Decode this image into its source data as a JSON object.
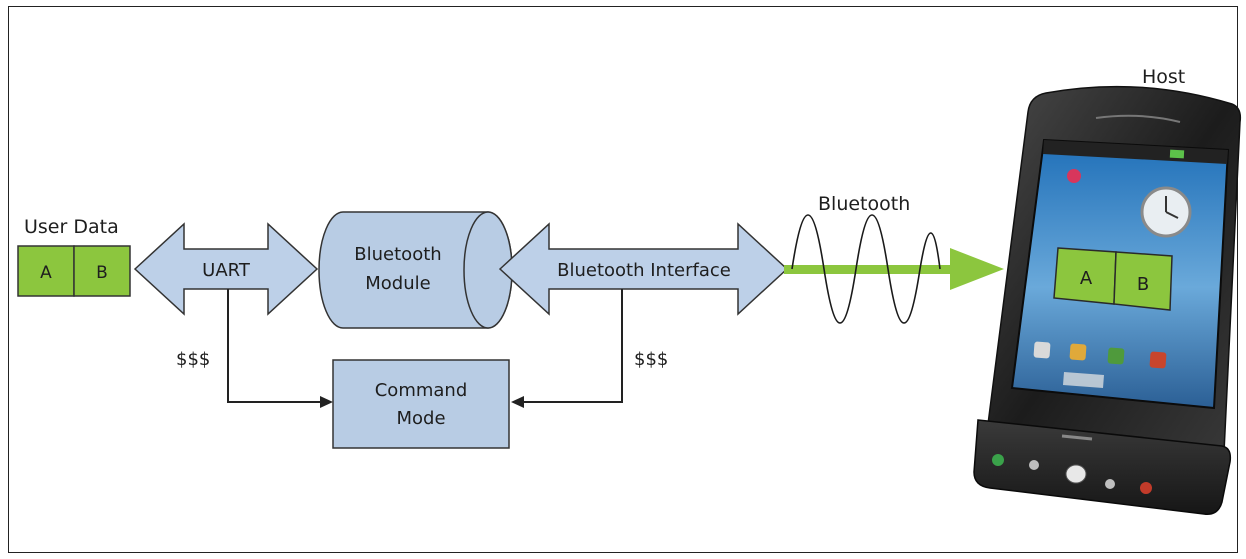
{
  "labels": {
    "user_data": "User Data",
    "cell_a": "A",
    "cell_b": "B",
    "uart": "UART",
    "module_line1": "Bluetooth",
    "module_line2": "Module",
    "bt_interface": "Bluetooth Interface",
    "bluetooth": "Bluetooth",
    "host": "Host",
    "dollars_left": "$$$",
    "dollars_right": "$$$",
    "command_line1": "Command",
    "command_line2": "Mode",
    "phone_cell_a": "A",
    "phone_cell_b": "B"
  },
  "colors": {
    "arrow_fill": "#bdd0e8",
    "box_fill": "#b8cce4",
    "green": "#8cc63e",
    "green_beam": "#8cc63e",
    "outline": "#333333"
  }
}
